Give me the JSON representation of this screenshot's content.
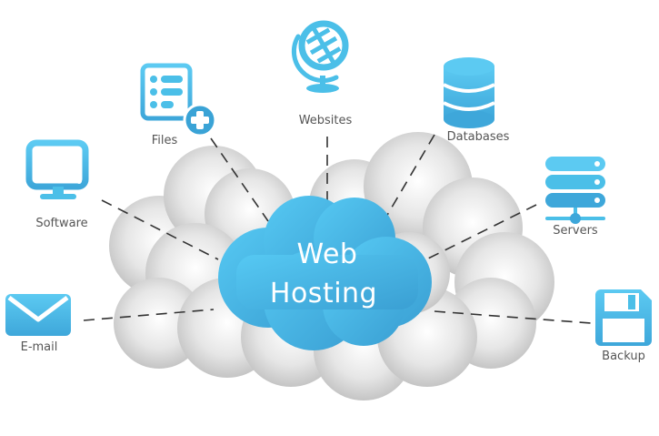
{
  "diagram": {
    "center": {
      "line1": "Web",
      "line2": "Hosting"
    },
    "nodes": [
      {
        "id": "files",
        "label": "Files",
        "icon": "file-list-add-icon"
      },
      {
        "id": "websites",
        "label": "Websites",
        "icon": "globe-icon"
      },
      {
        "id": "databases",
        "label": "Databases",
        "icon": "database-icon"
      },
      {
        "id": "software",
        "label": "Software",
        "icon": "monitor-icon"
      },
      {
        "id": "servers",
        "label": "Servers",
        "icon": "server-rack-icon"
      },
      {
        "id": "email",
        "label": "E-mail",
        "icon": "envelope-icon"
      },
      {
        "id": "backup",
        "label": "Backup",
        "icon": "floppy-disk-icon"
      }
    ],
    "colors": {
      "accent": "#4bbfe8",
      "accent_dark": "#3aa3d6",
      "cloud_gray": "#d9d9d9",
      "line": "#333333",
      "label": "#555555"
    }
  }
}
